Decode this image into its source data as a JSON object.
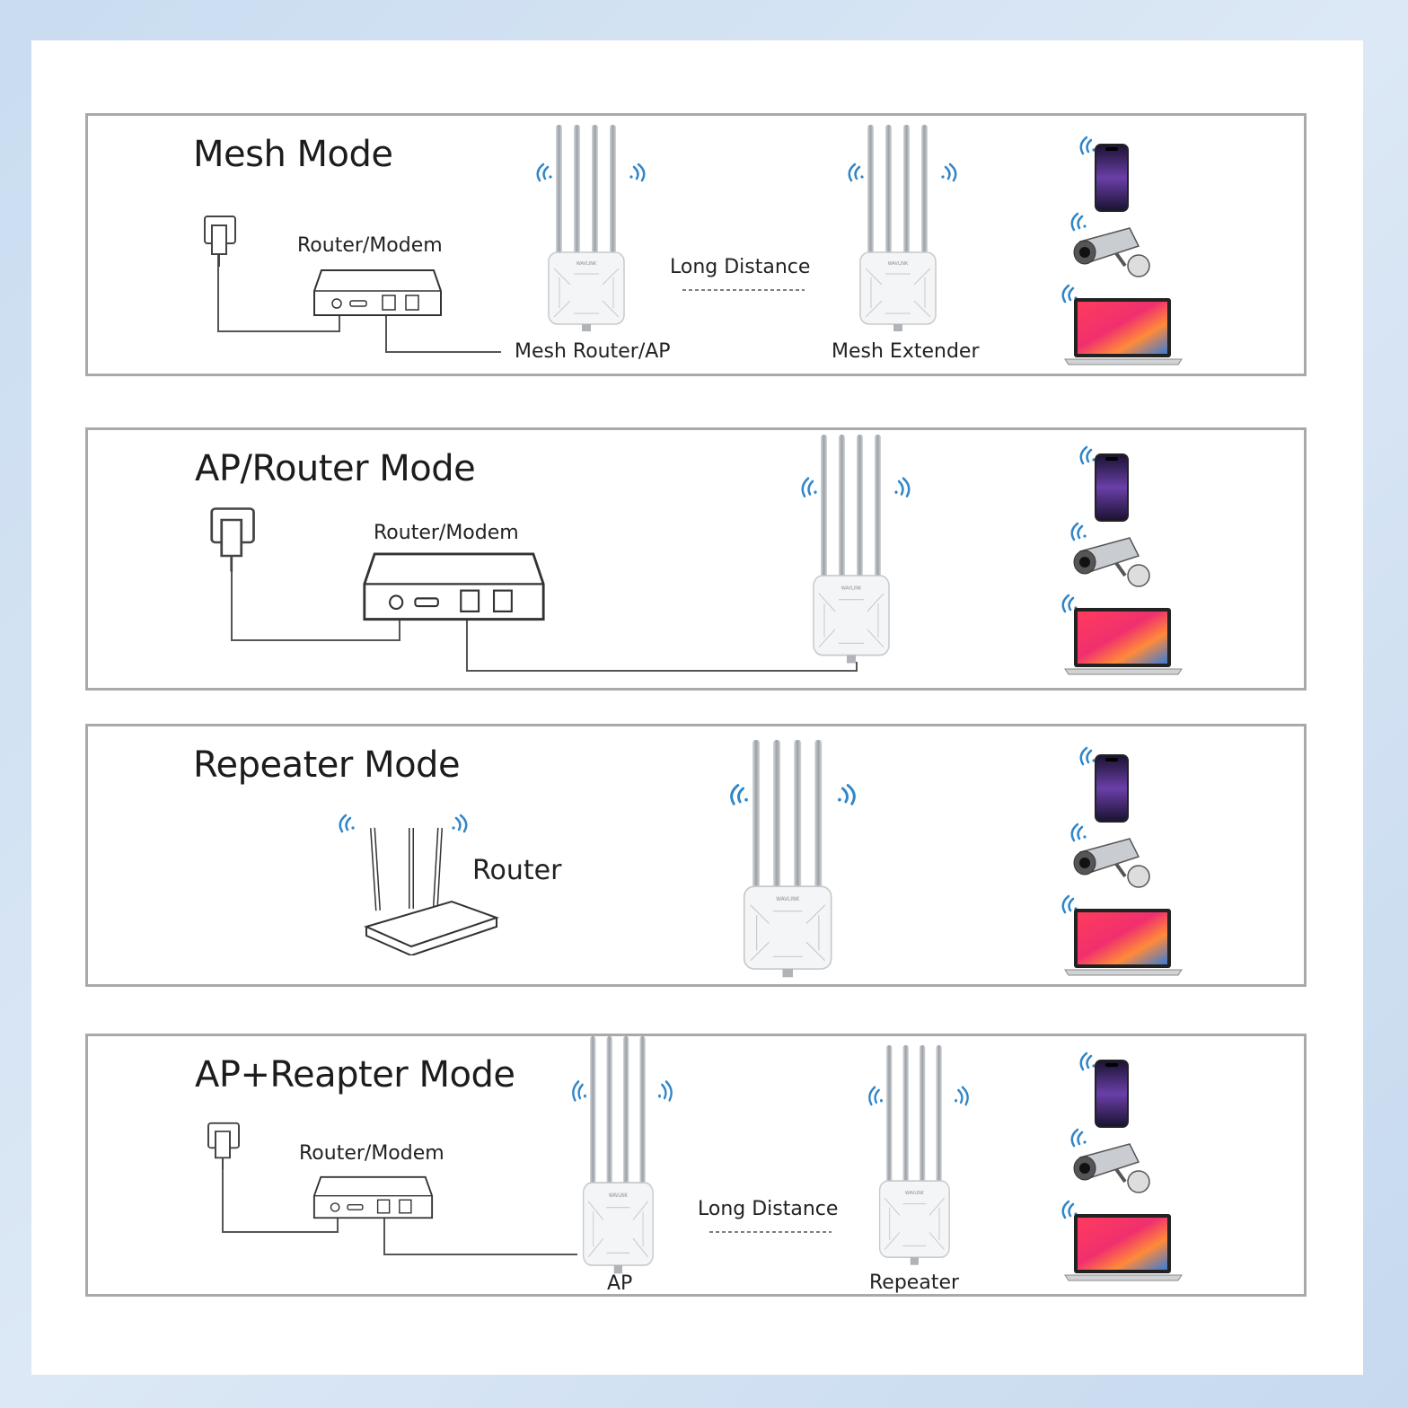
{
  "panels": [
    {
      "title": "Mesh Mode",
      "labels": {
        "router_modem": "Router/Modem",
        "long_distance": "Long Distance",
        "mesh_router_ap": "Mesh Router/AP",
        "mesh_extender": "Mesh Extender"
      }
    },
    {
      "title": "AP/Router Mode",
      "labels": {
        "router_modem": "Router/Modem"
      }
    },
    {
      "title": "Repeater Mode",
      "labels": {
        "router": "Router"
      }
    },
    {
      "title": "AP+Reapter Mode",
      "labels": {
        "router_modem": "Router/Modem",
        "long_distance": "Long Distance",
        "ap": "AP",
        "repeater": "Repeater"
      }
    }
  ],
  "device_brand": "WAVLINK",
  "client_devices": [
    "phone-icon",
    "camera-icon",
    "laptop-icon"
  ],
  "colors": {
    "wifi": "#2f86c9",
    "frame": "#a9a9a9",
    "background": "#cfe0f2"
  }
}
